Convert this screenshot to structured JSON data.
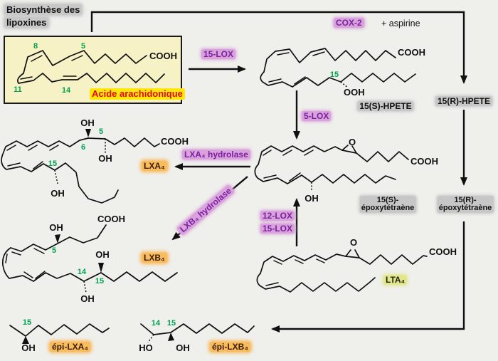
{
  "title": {
    "line1": "Biosynthèse des",
    "line2": "lipoxines"
  },
  "colors": {
    "background": "#efefec",
    "box_fill": "#f6f2c5",
    "box_border": "#1a1a1a",
    "enzyme_text": "#7b1fa2",
    "enzyme_highlight": "#d9a2db",
    "product_highlight": "#c7c7c7",
    "orange_highlight": "#f8bb5d",
    "lime_highlight": "#e2e68d",
    "yellow_highlight": "#ffe70a",
    "red_text": "#e30613",
    "green_number": "#00a24f",
    "line": "#101010"
  },
  "arachidonic": {
    "label": "Acide arachidonique",
    "cooh": "COOH",
    "n8": "8",
    "n5": "5",
    "n11": "11",
    "n14": "14"
  },
  "enzymes": {
    "lox15_top": "15-LOX",
    "cox2": "COX-2",
    "cox2_suffix": "+ aspirine",
    "lox5": "5-LOX",
    "lxa4_hydrolase": "LXA₄ hydrolase",
    "lxb4_hydrolase": "LXB₄ hydrolase",
    "lox12": "12-LOX",
    "lox15_mid": "15-LOX"
  },
  "products": {
    "hpete_s": "15(S)-HPETE",
    "hpete_r": "15(R)-HPETE",
    "epoxy_s_l1": "15(S)-",
    "epoxy_s_l2": "époxytétraène",
    "epoxy_r_l1": "15(R)-",
    "epoxy_r_l2": "époxytétraène",
    "lxa4": "LXA₄",
    "lxb4": "LXB₄",
    "lta4": "LTA₄",
    "epi_lxa4": "épi-LXA₄",
    "epi_lxb4": "épi-LXB₄"
  },
  "structures": {
    "hpete": {
      "cooh": "COOH",
      "ooh": "OOH",
      "n15": "15"
    },
    "epoxytetraene": {
      "o": "O",
      "cooh": "COOH",
      "oh": "OH"
    },
    "lxa4": {
      "oh_c6": "OH",
      "oh_c5": "OH",
      "oh_c15": "OH",
      "cooh": "COOH",
      "n5": "5",
      "n6": "6",
      "n15": "15"
    },
    "lxb4": {
      "oh_c5": "OH",
      "oh_c15": "OH",
      "oh_c14": "OH",
      "cooh": "COOH",
      "n5": "5",
      "n14": "14",
      "n15": "15"
    },
    "lta4": {
      "o": "O",
      "cooh": "COOH"
    },
    "epi_lxa4": {
      "n15": "15",
      "oh": "OH"
    },
    "epi_lxb4": {
      "n14": "14",
      "n15": "15",
      "ho": "HO",
      "oh": "OH"
    }
  }
}
